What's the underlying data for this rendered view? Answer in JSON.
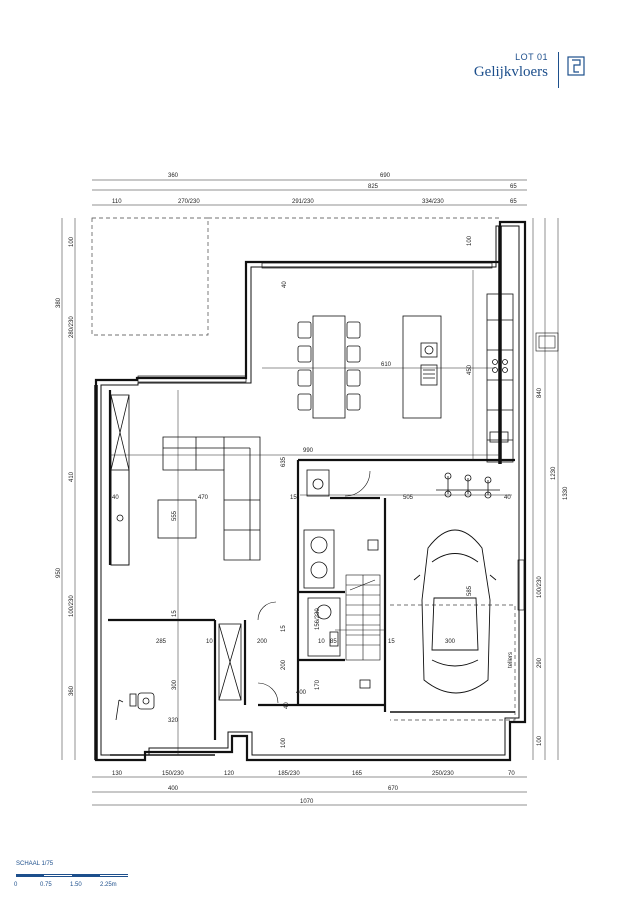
{
  "header": {
    "lot": "LOT 01",
    "floor": "Gelijkvloers"
  },
  "dims_top": {
    "row1": [
      "360",
      "690"
    ],
    "row2": [
      "825",
      "65"
    ],
    "row3": [
      "110",
      "270/230",
      "291/230",
      "334/230",
      "65"
    ]
  },
  "dims_bottom": {
    "row1": [
      "130",
      "150/230",
      "120",
      "185/230",
      "165",
      "250/230",
      "70"
    ],
    "row2": [
      "400",
      "670"
    ],
    "row3": [
      "1070"
    ]
  },
  "dims_left": {
    "outer": [
      "380",
      "950"
    ],
    "inner": [
      "100",
      "280/230",
      "410",
      "100/230",
      "360"
    ]
  },
  "dims_right": {
    "inner": [
      "840",
      "100/230",
      "290",
      "100"
    ],
    "mid": [
      "1230"
    ],
    "outer": [
      "1330"
    ]
  },
  "room_dims": [
    "100",
    "40",
    "610",
    "450",
    "990",
    "635",
    "470",
    "555",
    "15",
    "505",
    "40",
    "40",
    "585",
    "15",
    "15",
    "285",
    "10",
    "200",
    "156/230",
    "10",
    "85",
    "15",
    "300",
    "300",
    "200",
    "170",
    "400",
    "320",
    "40",
    "100"
  ],
  "labels": {
    "berging": "tellers"
  },
  "scale": {
    "label": "SCHAAL 1/75",
    "ticks": [
      "0",
      "0.75",
      "1.50",
      "2.25m"
    ]
  },
  "colors": {
    "accent": "#1d4f8c"
  }
}
